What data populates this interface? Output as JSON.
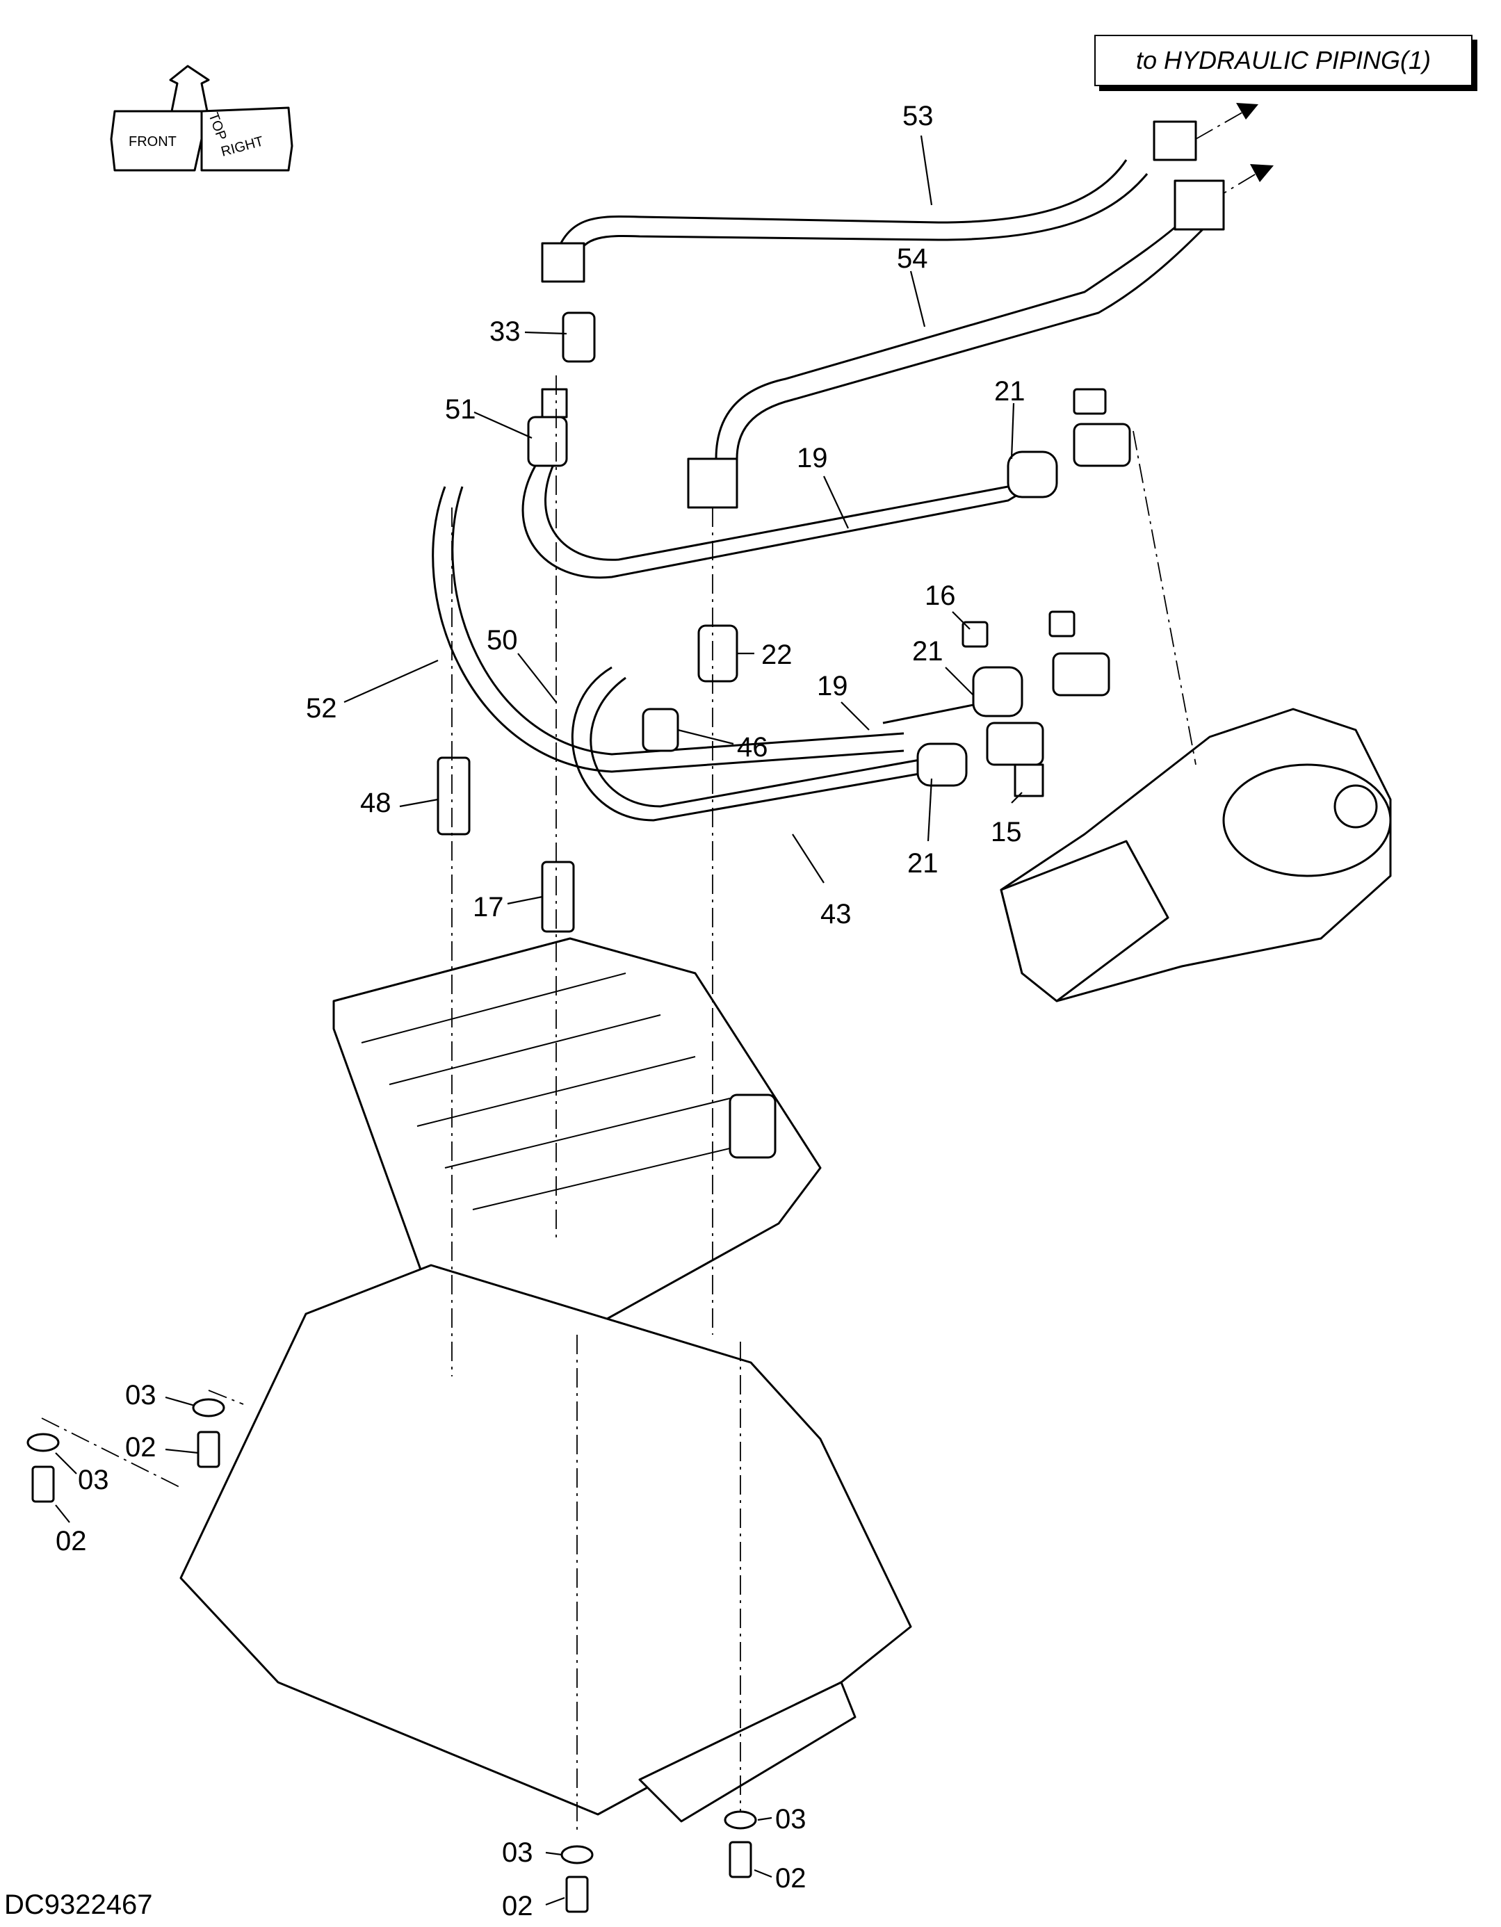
{
  "header": {
    "reference_label": "to HYDRAULIC PIPING(1)"
  },
  "orientation_icon": {
    "labels": {
      "top": "TOP",
      "front": "FRONT",
      "right": "RIGHT"
    }
  },
  "diagram": {
    "document_id": "DC9322467",
    "callouts": [
      {
        "id": "c53",
        "text": "53"
      },
      {
        "id": "c54",
        "text": "54"
      },
      {
        "id": "c33",
        "text": "33"
      },
      {
        "id": "c51",
        "text": "51"
      },
      {
        "id": "c21a",
        "text": "21"
      },
      {
        "id": "c19a",
        "text": "19"
      },
      {
        "id": "c16",
        "text": "16"
      },
      {
        "id": "c50",
        "text": "50"
      },
      {
        "id": "c22",
        "text": "22"
      },
      {
        "id": "c21b",
        "text": "21"
      },
      {
        "id": "c19b",
        "text": "19"
      },
      {
        "id": "c52",
        "text": "52"
      },
      {
        "id": "c46",
        "text": "46"
      },
      {
        "id": "c48",
        "text": "48"
      },
      {
        "id": "c15",
        "text": "15"
      },
      {
        "id": "c21c",
        "text": "21"
      },
      {
        "id": "c17",
        "text": "17"
      },
      {
        "id": "c43",
        "text": "43"
      },
      {
        "id": "c03a",
        "text": "03"
      },
      {
        "id": "c02a",
        "text": "02"
      },
      {
        "id": "c03b",
        "text": "03"
      },
      {
        "id": "c02b",
        "text": "02"
      },
      {
        "id": "c03c",
        "text": "03"
      },
      {
        "id": "c03d",
        "text": "03"
      },
      {
        "id": "c02c",
        "text": "02"
      },
      {
        "id": "c02d",
        "text": "02"
      }
    ]
  }
}
